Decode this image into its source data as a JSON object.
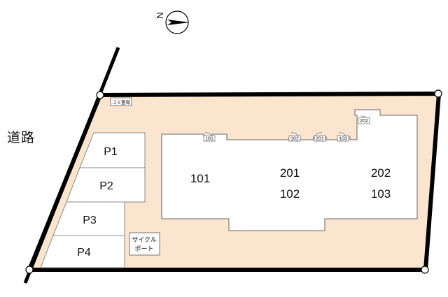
{
  "road_label": "道路",
  "compass": {
    "north_label": "N"
  },
  "garbage_label": "ゴミ置場",
  "parking": [
    "P1",
    "P2",
    "P3",
    "P4"
  ],
  "cycle_port_label": [
    "サイクル",
    "ポート"
  ],
  "units": {
    "u101": "101",
    "u201": "201",
    "u102": "102",
    "u202": "202",
    "u103": "103"
  },
  "entrances": [
    "101",
    "102",
    "201",
    "103",
    "202"
  ],
  "colors": {
    "site_fill": "#fbe5cf",
    "boundary": "#000000",
    "building_fill": "#ffffff"
  }
}
